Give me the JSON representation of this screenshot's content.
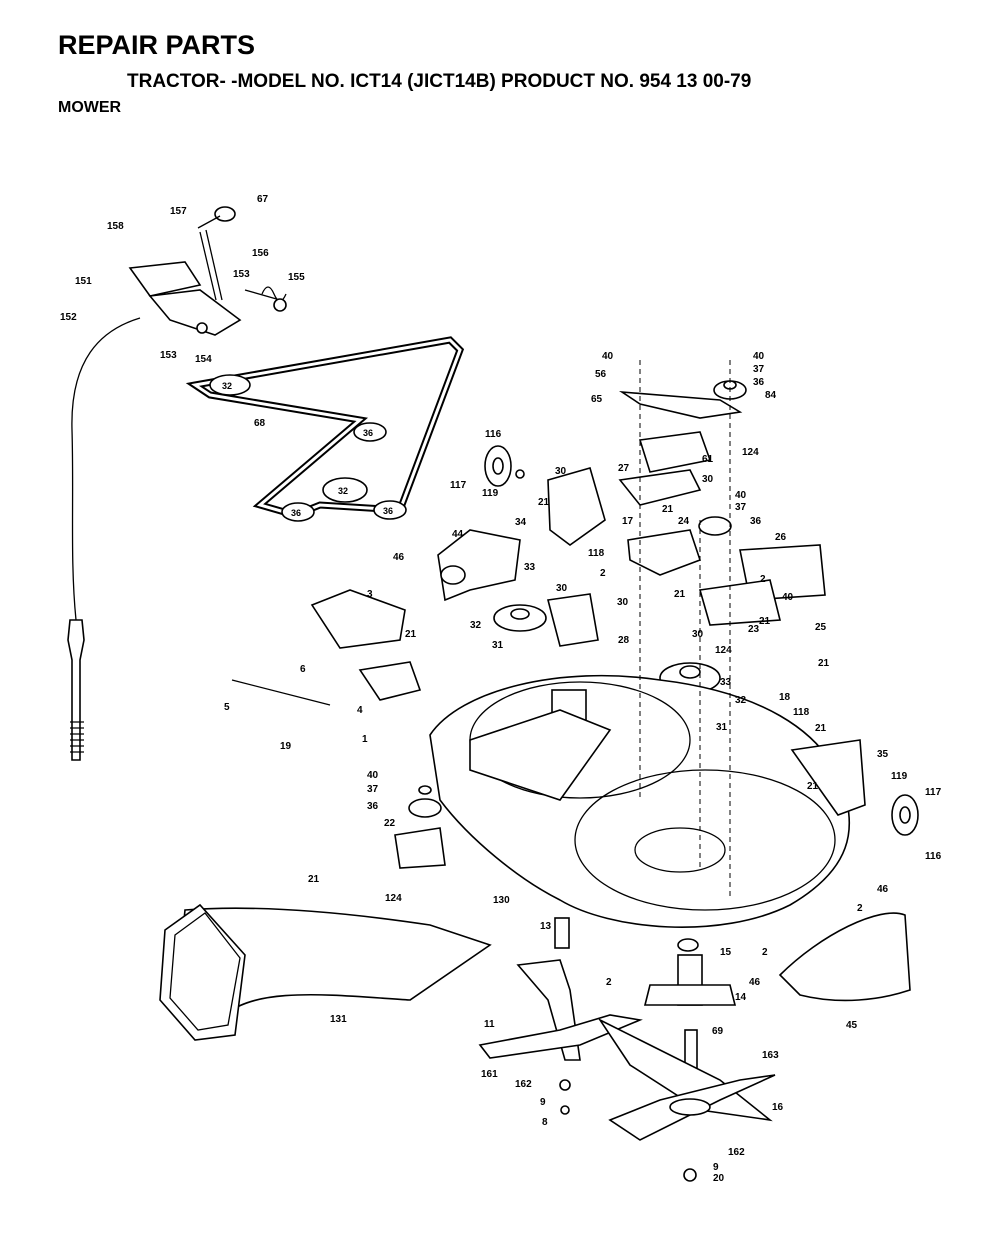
{
  "header": {
    "title": "REPAIR PARTS",
    "subtitle": "TRACTOR- -MODEL NO. ICT14 (JICT14B) PRODUCT NO. 954 13 00-79",
    "section": "MOWER"
  },
  "belt_labels": [
    "32",
    "36",
    "32",
    "36",
    "36"
  ],
  "callouts": [
    "67",
    "157",
    "158",
    "156",
    "153",
    "155",
    "151",
    "152",
    "153",
    "154",
    "68",
    "116",
    "117",
    "119",
    "40",
    "56",
    "65",
    "40",
    "37",
    "36",
    "84",
    "124",
    "61",
    "30",
    "27",
    "30",
    "21",
    "40",
    "37",
    "36",
    "34",
    "118",
    "17",
    "21",
    "24",
    "26",
    "44",
    "46",
    "33",
    "2",
    "3",
    "30",
    "30",
    "32",
    "31",
    "28",
    "2",
    "40",
    "21",
    "23",
    "21",
    "25",
    "30",
    "124",
    "33",
    "21",
    "32",
    "21",
    "18",
    "31",
    "6",
    "5",
    "4",
    "19",
    "1",
    "118",
    "21",
    "35",
    "21",
    "119",
    "117",
    "116",
    "40",
    "37",
    "36",
    "22",
    "21",
    "124",
    "130",
    "46",
    "2",
    "13",
    "15",
    "2",
    "2",
    "14",
    "46",
    "131",
    "11",
    "69",
    "45",
    "163",
    "161",
    "162",
    "9",
    "8",
    "16",
    "162",
    "9",
    "20"
  ]
}
